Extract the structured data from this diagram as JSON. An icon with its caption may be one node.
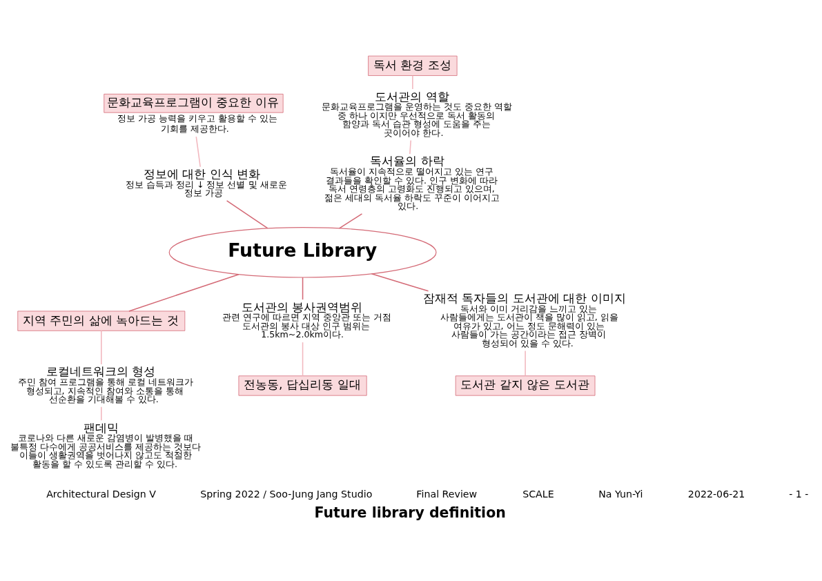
{
  "diagram": {
    "title": "Future library definition",
    "nodes": [
      {
        "text": [
          "Future Library"
        ]
      },
      {
        "text": [
          "문화교육프로그램이 중요한 이유"
        ],
        "beside": [
          "정보 가공 능력을 키우고 활용할 수 있는 기회를 제공한다."
        ]
      },
      {
        "text": [
          "정보에 대한 인식 변화",
          "정보 습득과 정리 ↓ 정보 선별 및 새로운 정보 가공"
        ]
      },
      {
        "text": [
          "도서관의 역할",
          "문화교육프로그램을 운영하는 것도 중요한 역할 중 하나 이지만 우선적으로 독서 활동의 함양과 독서 습관 형성에 도움을 주는 곳이어야 한다."
        ]
      },
      {
        "text": [
          "독서율의 하락",
          "독서율이 지속적으로 떨어지고 있는 연구 결과들을 확인할 수 있다. 인구 변화에 따라 독서 연령층의 고령화도 진행되고 있으며, 젊은 세대의 독서율 하락도 꾸준이 이어지고 있다."
        ]
      },
      {
        "text": [
          "독서 환경 조성"
        ]
      },
      {
        "text": [
          "지역 주민의 삶에 녹아드는 것"
        ]
      },
      {
        "text": [
          "도서관의 봉사권역범위",
          "관련 연구에 따르면 지역 중앙관 또는 거점 도서관의 봉사 대상 인구 범위는 1.5km~2.0km이다."
        ]
      },
      {
        "text": [
          "잠재적 독자들의 도서관에 대한 이미지",
          "독서와 이미 거리감을 느끼고 있는 사람들에게는 도서관이 책을 많이 읽고, 읽을 여유가 있고, 어느 정도 문해력이 있는 사람들이 가는 공간이라는 접근 장벽이 형성되어 있을 수 있다."
        ]
      },
      {
        "text": [
          "로컬네트워크의 형성",
          "주민 참여 프로그램을 통해 로컬 네트워크가 형성되고, 지속적인 참여와 소통을 통해 선순환을 기대해볼 수 있다."
        ]
      },
      {
        "text": [
          "전농동, 답십리동 일대"
        ]
      },
      {
        "text": [
          "팬데믹",
          "코로나와 다른 새로운 감염병이 발병했을 때 불특정 다수에게 공공서비스를 제공하는 것보다 이들이 생활권역을 벗어나지 않고도 적절한 활동을 할 수 있도록 관리할 수 있다."
        ]
      },
      {
        "text": [
          "도서관 같지 않은 도서관"
        ]
      }
    ],
    "edges": [
      {
        "from": 0,
        "to": 2,
        "arrow": "none"
      },
      {
        "from": 2,
        "to": 1,
        "arrow": "none",
        "color": "#f2b8bf"
      },
      {
        "from": 0,
        "to": 4,
        "arrow": "none"
      },
      {
        "from": 4,
        "to": 3,
        "arrow": "none",
        "color": "#f2b8bf"
      },
      {
        "from": 3,
        "to": 5,
        "arrow": "none",
        "color": "#f2b8bf"
      },
      {
        "from": 0,
        "to": 6,
        "arrow": "none"
      },
      {
        "from": 6,
        "to": 9,
        "arrow": "none",
        "color": "#f2b8bf"
      },
      {
        "from": 9,
        "to": 11,
        "arrow": "none",
        "color": "#f2b8bf"
      },
      {
        "from": 0,
        "to": 8,
        "arrow": "none"
      },
      {
        "from": 8,
        "to": 12,
        "arrow": "none",
        "color": "#f2b8bf"
      },
      {
        "from": 0,
        "to": 7,
        "arrow": "none"
      },
      {
        "from": 7,
        "to": 10,
        "arrow": "none",
        "color": "#f2b8bf"
      }
    ],
    "labels": [
      "Architectural Design V",
      "Spring 2022 / Soo-Jung Jang Studio",
      "Final Review",
      "SCALE",
      "Na Yun-Yi",
      "2022-06-21",
      "- 1 -"
    ]
  }
}
